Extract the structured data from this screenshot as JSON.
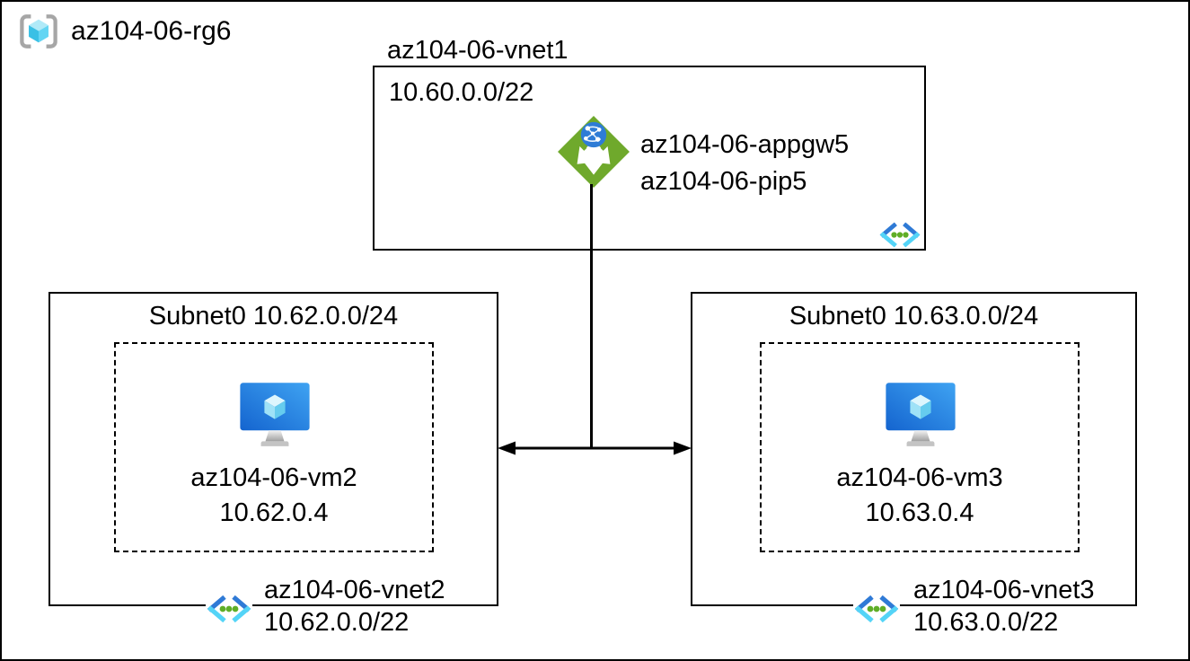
{
  "page": {
    "resource_group": "az104-06-rg6",
    "vnet1": {
      "name": "az104-06-vnet1",
      "cidr": "10.60.0.0/22",
      "appgw_name": "az104-06-appgw5",
      "pip_name": "az104-06-pip5"
    },
    "left": {
      "subnet": "Subnet0 10.62.0.0/24",
      "vm_name": "az104-06-vm2",
      "vm_ip": "10.62.0.4",
      "vnet_name": "az104-06-vnet2",
      "cidr": "10.62.0.0/22"
    },
    "right": {
      "subnet": "Subnet0 10.63.0.0/24",
      "vm_name": "az104-06-vm3",
      "vm_ip": "10.63.0.4",
      "vnet_name": "az104-06-vnet3",
      "cidr": "10.63.0.0/22"
    },
    "icons": {
      "resource_group": "resource-group-brackets-cube",
      "gateway": "application-gateway-diamond",
      "vm": "virtual-machine-monitor",
      "vnet": "virtual-network-chevrons"
    },
    "colors": {
      "gateway_green": "#6fa92c",
      "globe_blue": "#2e7cd6",
      "vnet_dark_blue": "#2f7ad6",
      "vnet_cyan": "#54d4f7",
      "dot_green": "#5fae27",
      "vm_blue_dark": "#1464cf",
      "vm_blue_light": "#3fa3f2",
      "bracket_gray": "#a6a6a6",
      "line_black": "#000000"
    }
  }
}
